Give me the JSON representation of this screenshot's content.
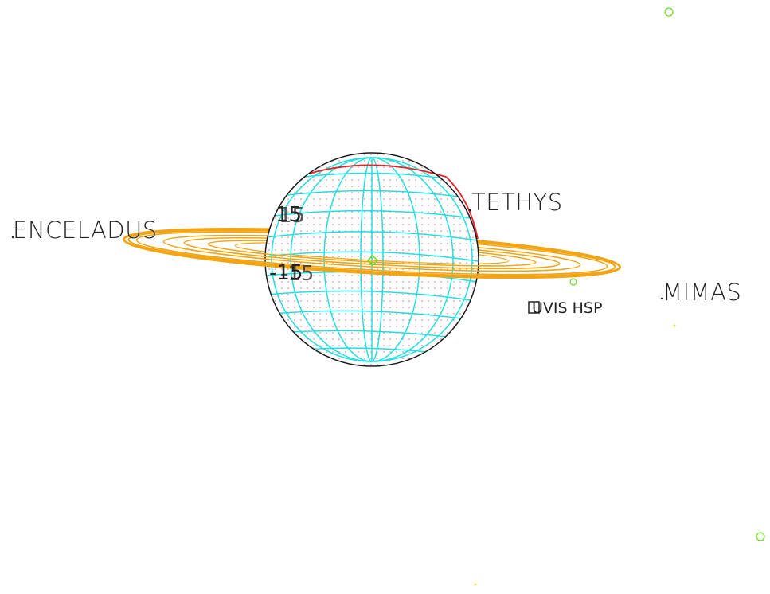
{
  "moons": [
    {
      "name": "ENCELADUS"
    },
    {
      "name": "TETHYS"
    },
    {
      "name": "MIMAS"
    }
  ],
  "latitude_labels": {
    "north": "15",
    "south": "-15"
  },
  "instrument": {
    "name": "UVIS HSP"
  },
  "colors": {
    "background": "#ffffff",
    "rings": "#f2a413",
    "grid": "#1fe0e0",
    "limb": "#1a1a1a",
    "terminator": "#e8202a",
    "dots": "#e05a6a",
    "markers": "#66dd22",
    "stars": "#e8e85a"
  }
}
